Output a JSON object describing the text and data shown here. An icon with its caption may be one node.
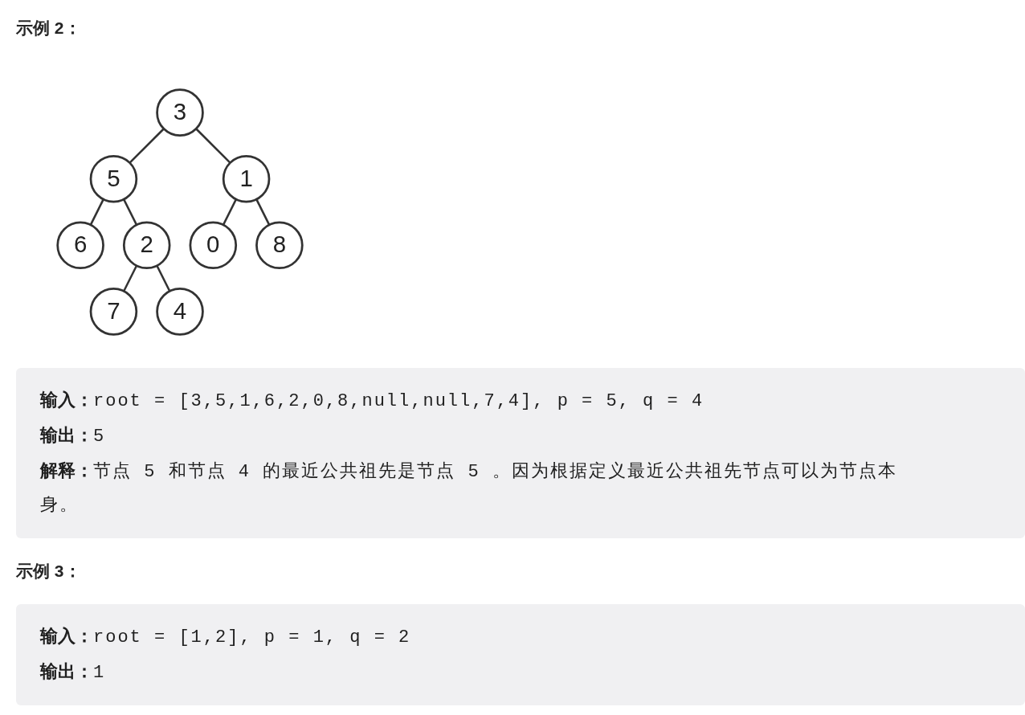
{
  "diagram": {
    "title": "示例 2：",
    "nodes": [
      {
        "text": [
          "3"
        ]
      },
      {
        "text": [
          "5"
        ]
      },
      {
        "text": [
          "1"
        ]
      },
      {
        "text": [
          "6"
        ]
      },
      {
        "text": [
          "2"
        ]
      },
      {
        "text": [
          "0"
        ]
      },
      {
        "text": [
          "8"
        ]
      },
      {
        "text": [
          "7"
        ]
      },
      {
        "text": [
          "4"
        ]
      }
    ],
    "edges": [
      {
        "from": 0,
        "to": 1,
        "arrow": "none"
      },
      {
        "from": 0,
        "to": 2,
        "arrow": "none"
      },
      {
        "from": 1,
        "to": 3,
        "arrow": "none"
      },
      {
        "from": 1,
        "to": 4,
        "arrow": "none"
      },
      {
        "from": 2,
        "to": 5,
        "arrow": "none"
      },
      {
        "from": 2,
        "to": 6,
        "arrow": "none"
      },
      {
        "from": 4,
        "to": 7,
        "arrow": "none"
      },
      {
        "from": 4,
        "to": 8,
        "arrow": "none"
      }
    ],
    "labels": [
      "**输入：**root = [3,5,1,6,2,0,8,null,null,7,4], p = 5, q = 4",
      "**输出：**5",
      "**解释：**节点 5 和节点 4 的最近公共祖先是节点 5 。因为根据定义最近公共祖先节点可以为节点本身。",
      "示例 3：",
      "**输入：**root = [1,2], p = 1, q = 2",
      "**输出：**1"
    ]
  }
}
